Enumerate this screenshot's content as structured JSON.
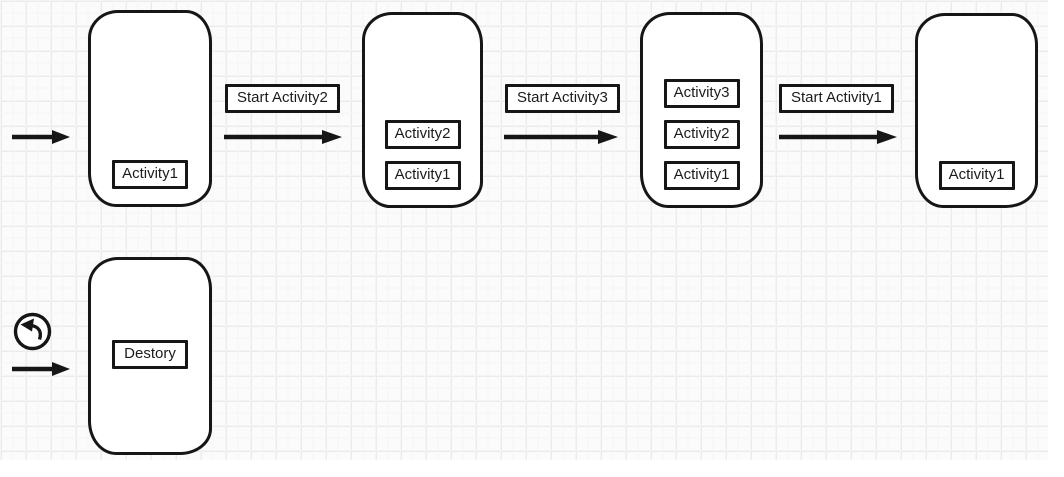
{
  "diagram": {
    "title": "activity-stack-lifecycle",
    "phones": [
      {
        "id": "phone-1",
        "stack": [
          "Activity1"
        ]
      },
      {
        "id": "phone-2",
        "stack": [
          "Activity2",
          "Activity1"
        ]
      },
      {
        "id": "phone-3",
        "stack": [
          "Activity3",
          "Activity2",
          "Activity1"
        ]
      },
      {
        "id": "phone-4",
        "stack": [
          "Activity1"
        ]
      },
      {
        "id": "phone-destroy",
        "stack": [
          "Destory"
        ]
      }
    ],
    "transitions": [
      {
        "label": "Start Activity2"
      },
      {
        "label": "Start Activity3"
      },
      {
        "label": "Start Activity1"
      }
    ],
    "icons": [
      {
        "name": "back-arrow-icon"
      },
      {
        "name": "right-arrow-icon"
      }
    ],
    "colors": {
      "stroke": "#161616",
      "fill": "#ffffff",
      "background": "#fbfbfb",
      "grid_line": "#ebebeb"
    }
  }
}
